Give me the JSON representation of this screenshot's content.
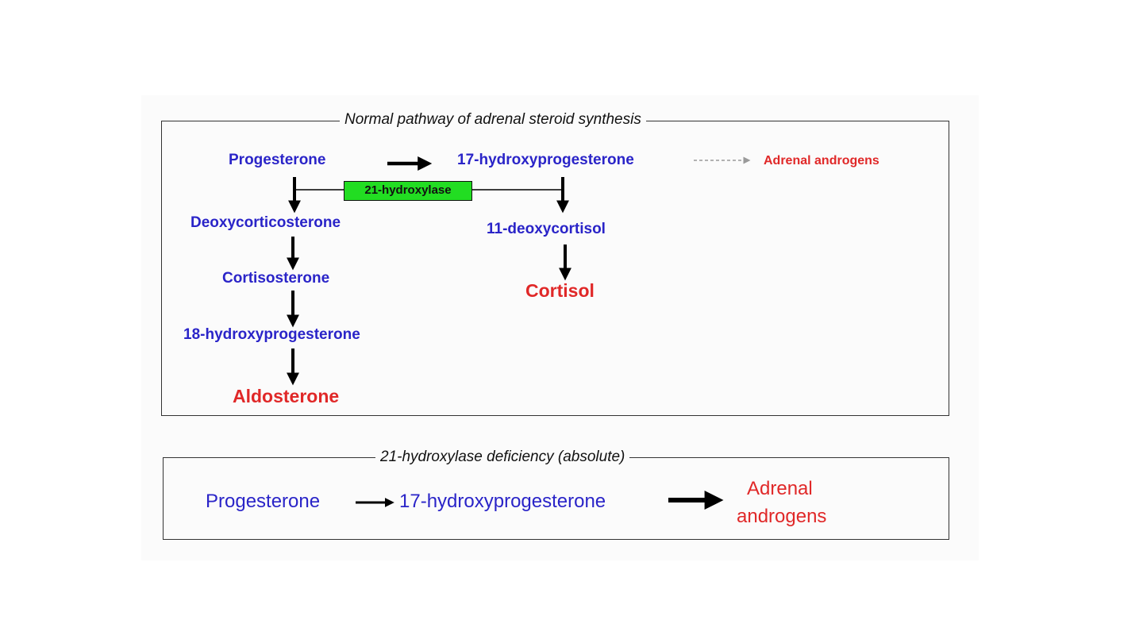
{
  "normal_pathway": {
    "title": "Normal pathway of adrenal steroid synthesis",
    "progesterone": "Progesterone",
    "hydroxyprogesterone_17": "17-hydroxyprogesterone",
    "adrenal_androgens": "Adrenal androgens",
    "enzyme": "21-hydroxylase",
    "deoxycorticosterone": "Deoxycorticosterone",
    "deoxycortisol_11": "11-deoxycortisol",
    "cortisosterone": "Cortisosterone",
    "cortisol": "Cortisol",
    "hydroxyprogesterone_18": "18-hydroxyprogesterone",
    "aldosterone": "Aldosterone"
  },
  "deficiency": {
    "title": "21-hydroxylase deficiency (absolute)",
    "progesterone": "Progesterone",
    "hydroxyprogesterone_17": "17-hydroxyprogesterone",
    "adrenal_line1": "Adrenal",
    "adrenal_line2": "androgens"
  },
  "colors": {
    "intermediate": "#2a24c8",
    "end_product": "#e02828",
    "enzyme_box": "#22dd22",
    "dashed_arrow": "#9a9a9a"
  }
}
